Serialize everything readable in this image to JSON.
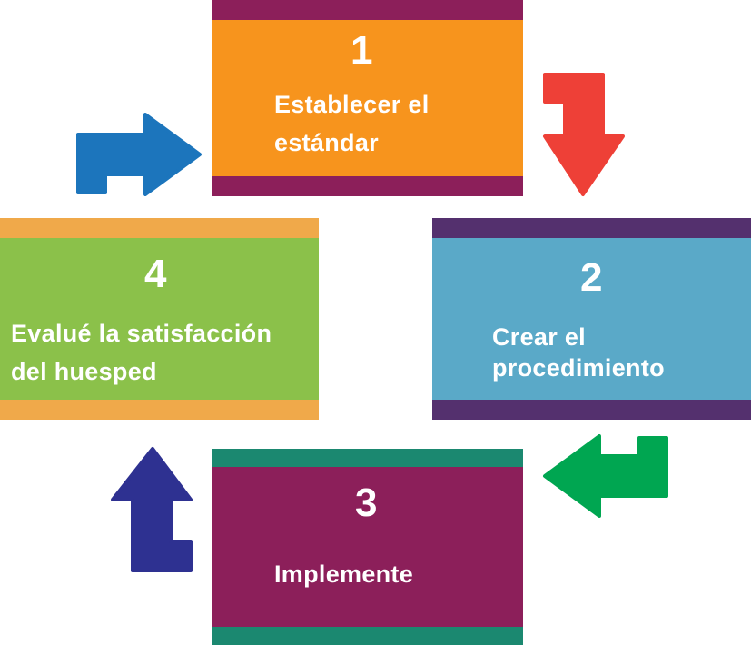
{
  "steps": [
    {
      "number": "1",
      "label_line1": "Establecer el",
      "label_line2": "estándar"
    },
    {
      "number": "2",
      "label_line1": "Crear el",
      "label_line2": "procedimiento"
    },
    {
      "number": "3",
      "label_line1": "Implemente"
    },
    {
      "number": "4",
      "label_line1": "Evalué la satisfacción",
      "label_line2": "del huesped"
    }
  ],
  "colors": {
    "step1_fill": "#F7941D",
    "step1_stripe": "#8C1F5A",
    "step2_fill": "#5AA9C8",
    "step2_stripe": "#54306E",
    "step3_fill": "#8C1F5A",
    "step3_stripe": "#1B8870",
    "step4_fill": "#8BC14A",
    "step4_stripe": "#F0A94A",
    "arrow_red": "#EE4037",
    "arrow_green": "#00A651",
    "arrow_navy": "#2E3191",
    "arrow_blue": "#1C75BC"
  },
  "icons": [
    "arrow-right-icon",
    "arrow-down-icon",
    "arrow-left-icon",
    "arrow-up-icon"
  ]
}
